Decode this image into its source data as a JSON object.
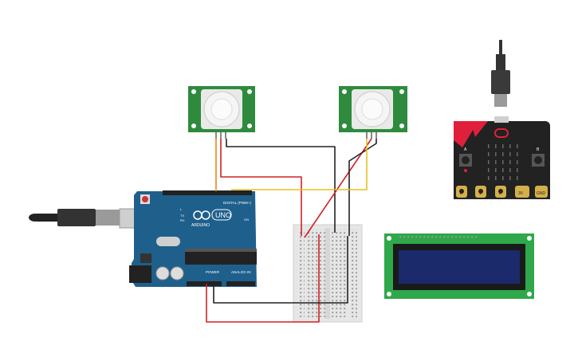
{
  "canvas": {
    "background": "#ffffff"
  },
  "arduino": {
    "logo": "ARDUINO",
    "model": "UNO",
    "digital_label": "DIGITAL (PWM~)",
    "power_label": "POWER",
    "analog_label": "ANALOG IN",
    "led_labels": [
      "L",
      "TX",
      "RX",
      "ON"
    ],
    "board_color": "#1f5f8b"
  },
  "pir_sensors": [
    {
      "name": "pir-sensor-1",
      "board_color": "#2e8b3d"
    },
    {
      "name": "pir-sensor-2",
      "board_color": "#2e8b3d"
    }
  ],
  "microbit": {
    "pin_labels": [
      "0",
      "1",
      "2",
      "3V",
      "GND"
    ],
    "button_labels": [
      "A",
      "B"
    ],
    "board_color": "#222222",
    "accent_color": "#e0203a"
  },
  "lcd": {
    "board_color": "#2ea84a",
    "screen_color": "#1b2a6b"
  },
  "wire_colors": {
    "red": "#d42020",
    "black": "#222222",
    "yellow": "#e8c020",
    "orange": "#e88a1a"
  }
}
